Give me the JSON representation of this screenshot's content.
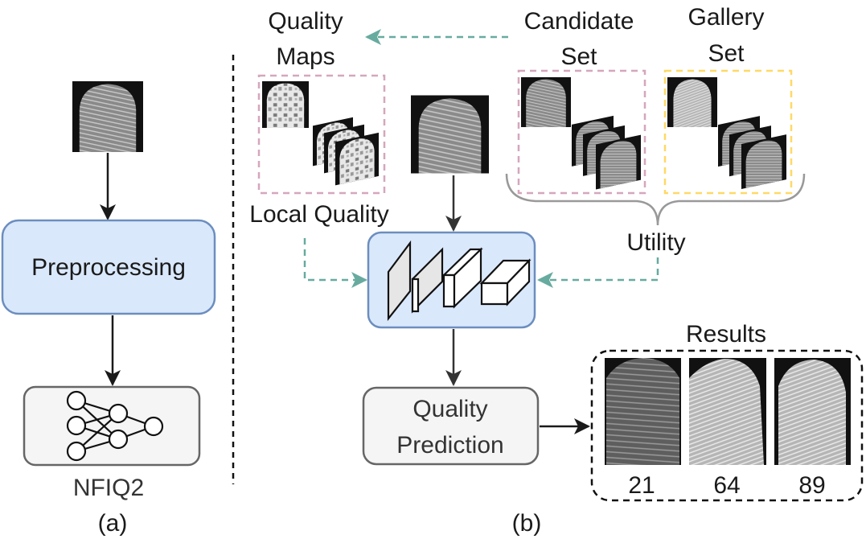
{
  "panel_a": {
    "box_preprocessing": "Preprocessing",
    "label_model": "NFIQ2",
    "caption": "(a)"
  },
  "panel_b": {
    "quality_maps_line1": "Quality",
    "quality_maps_line2": "Maps",
    "candidate_line1": "Candidate",
    "candidate_line2": "Set",
    "gallery_line1": "Gallery",
    "gallery_line2": "Set",
    "local_quality": "Local Quality",
    "utility": "Utility",
    "prediction_line1": "Quality",
    "prediction_line2": "Prediction",
    "results_title": "Results",
    "result_scores": [
      "21",
      "64",
      "89"
    ],
    "caption": "(b)"
  },
  "colors": {
    "box_blue_fill": "#dae8fc",
    "box_blue_stroke": "#6c8ebf",
    "box_gray_fill": "#f5f5f5",
    "box_gray_stroke": "#666666",
    "teal_arrow": "#67ab9f",
    "pink_dash": "#d5a6bd",
    "yellow_dash": "#ffd966",
    "brace_gray": "#999999"
  }
}
